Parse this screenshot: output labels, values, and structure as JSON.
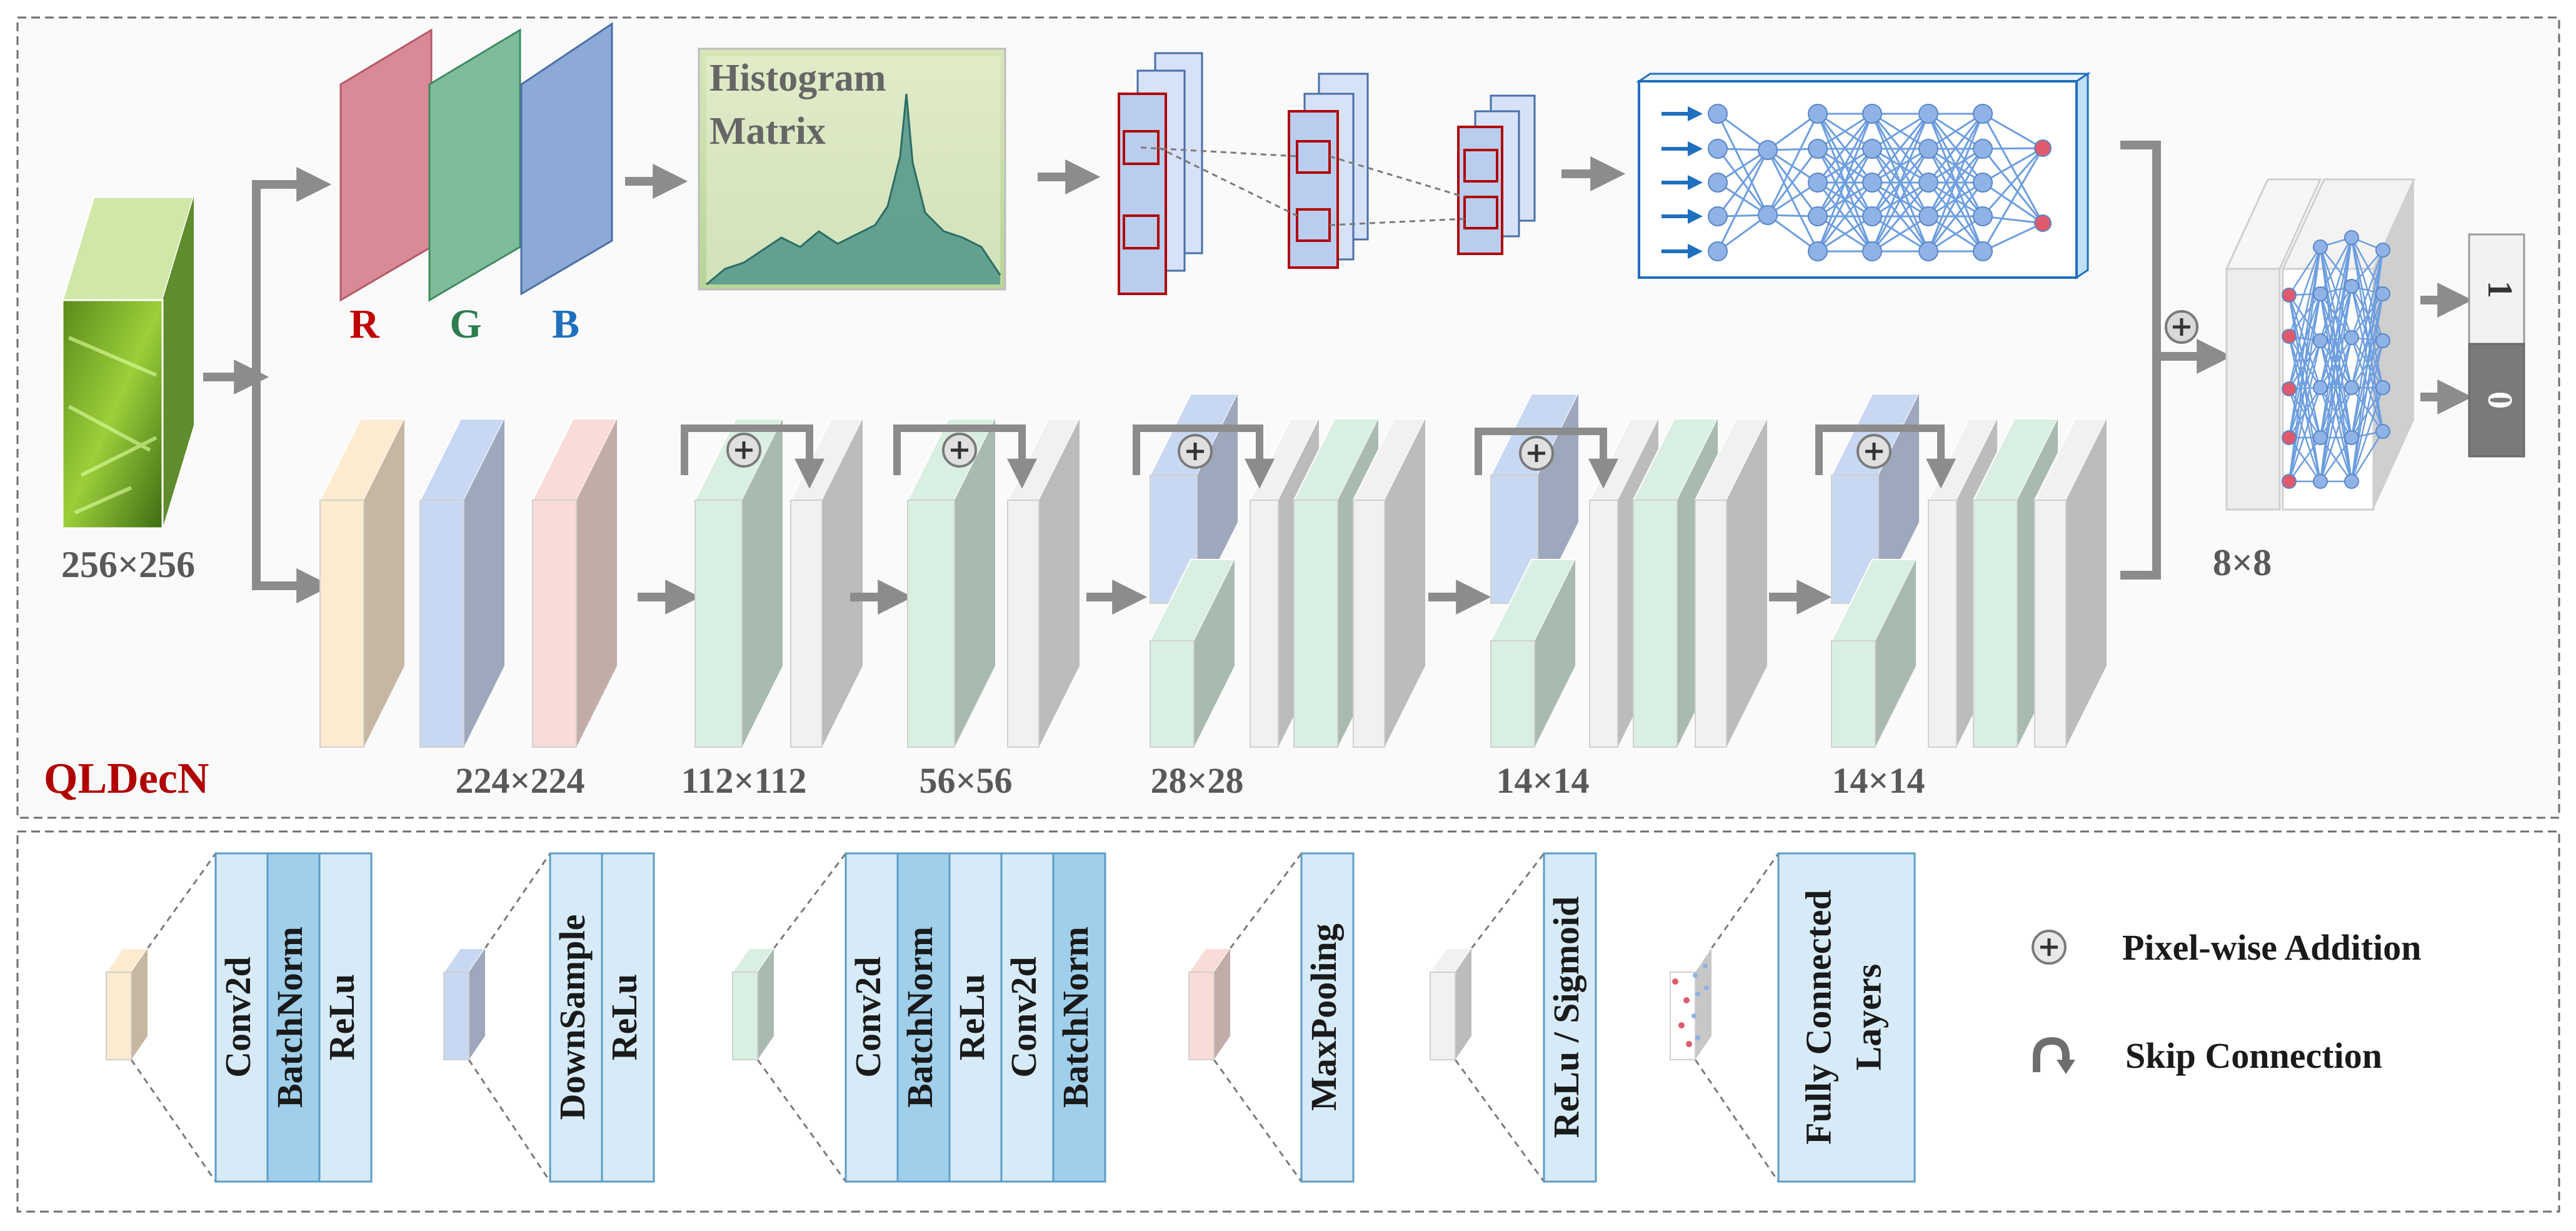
{
  "main_panel": {
    "name": "QLDecN",
    "input_size": "256×256",
    "channels": [
      "R",
      "G",
      "B"
    ],
    "channel_colors": [
      "#c00000",
      "#2e7d4f",
      "#1f6fbf"
    ],
    "histogram_label_line1": "Histogram",
    "histogram_label_line2": "Matrix",
    "stage_sizes": [
      "224×224",
      "112×112",
      "56×56",
      "28×28",
      "14×14",
      "14×14"
    ],
    "fc_out_size": "8×8",
    "outputs": [
      "1",
      "0"
    ]
  },
  "legend": {
    "conv_block": [
      "Conv2d",
      "BatchNorm",
      "ReLu"
    ],
    "downsample_block": [
      "DownSample",
      "ReLu"
    ],
    "residual_block": [
      "Conv2d",
      "BatchNorm",
      "ReLu",
      "Conv2d",
      "BatchNorm"
    ],
    "maxpool_block": [
      "MaxPooling"
    ],
    "activation_block": [
      "ReLu / Sigmoid"
    ],
    "fc_block": [
      "Fully Connected",
      "Layers"
    ],
    "pixel_addition_label": "Pixel-wise Addition",
    "skip_connection_label": "Skip Connection"
  },
  "colors": {
    "conv": "#fdebd0",
    "downsample": "#c9d8f2",
    "residual": "#d9efe2",
    "maxpool": "#f9dcd8",
    "activation": "#f1f1f1",
    "legend_light": "#d6ebf7",
    "legend_dark": "#9fcfea",
    "arrow": "#8c8c8c",
    "accent_red": "#b00000"
  }
}
